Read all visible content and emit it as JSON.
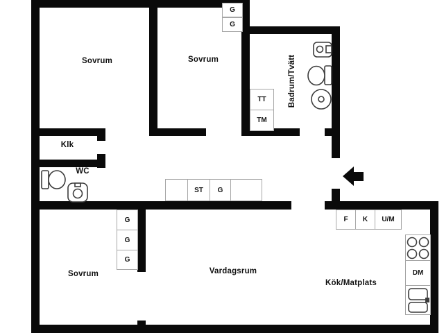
{
  "rooms": {
    "bedroom_top_left": "Sovrum",
    "bedroom_top_center": "Sovrum",
    "bathroom_laundry": "Badrum/Tvätt",
    "closet": "Klk",
    "wc": "WC",
    "bedroom_bottom_left": "Sovrum",
    "living_room": "Vardagsrum",
    "kitchen_dining": "Kök/Matplats"
  },
  "storage": {
    "wardrobe": "G",
    "cleaning_cabinet": "ST"
  },
  "appliances": {
    "dryer": "TT",
    "washer": "TM",
    "freezer": "F",
    "fridge": "K",
    "oven_micro": "U/M",
    "dishwasher": "DM"
  },
  "icons": {
    "entrance": "entrance-arrow-icon",
    "toilet": "toilet-icon",
    "sink": "sink-icon",
    "round_basin": "round-basin-icon",
    "stove": "stove-burners-icon",
    "kitchen_sink": "kitchen-sink-icon"
  },
  "colors": {
    "wall": "#0a0a0a",
    "unit_outline": "#a6a6a6",
    "fixture_line": "#3c3c3c",
    "background": "#ffffff",
    "text": "#111111"
  }
}
